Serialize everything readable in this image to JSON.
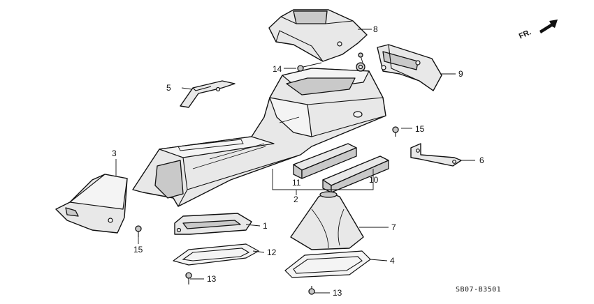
{
  "callouts": {
    "c1": "1",
    "c2": "2",
    "c3": "3",
    "c4": "4",
    "c5": "5",
    "c6": "6",
    "c7": "7",
    "c8": "8",
    "c9": "9",
    "c10": "10",
    "c11": "11",
    "c12": "12",
    "c13a": "13",
    "c13b": "13",
    "c14": "14",
    "c15a": "15",
    "c15b": "15"
  },
  "direction_label": "FR.",
  "diagram_code": "SB07-B3501"
}
